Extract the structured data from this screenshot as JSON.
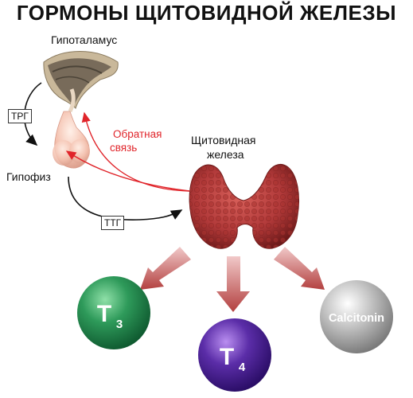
{
  "title": "ГОРМОНЫ ЩИТОВИДНОЙ ЖЕЛЕЗЫ",
  "labels": {
    "hypothalamus": "Гипоталамус",
    "pituitary": "Гипофиз",
    "thyroid_line1": "Щитовидная",
    "thyroid_line2": "железа",
    "feedback_line1": "Обратная",
    "feedback_line2": "связь",
    "trg": "ТРГ",
    "ttg": "ТТГ"
  },
  "hormones": {
    "t3": {
      "letter": "T",
      "sub": "3",
      "color": "#2e9a5a"
    },
    "t4": {
      "letter": "T",
      "sub": "4",
      "color": "#5b2da8"
    },
    "calcitonin": {
      "label": "Calcitonin",
      "color": "#b8b8b8"
    }
  },
  "colors": {
    "feedback": "#e0242a",
    "arrow": "#c05a5a",
    "thyroid": "#b23a3a"
  }
}
